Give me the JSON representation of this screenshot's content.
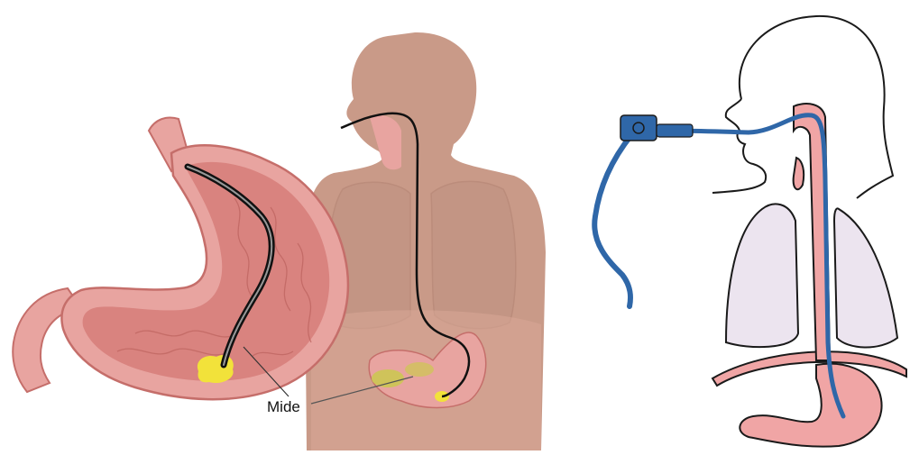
{
  "labels": {
    "stomach_callout": "Mide"
  },
  "colors": {
    "background": "#ffffff",
    "skin": "#c99a88",
    "stomach_wall": "#e8a4a0",
    "stomach_inner": "#d9837f",
    "endoscope": "#111111",
    "food": "#f2e23a",
    "lung_fill": "#ece4ef",
    "tube_blue": "#2f67a8",
    "digestive_pink": "#f0a5a5",
    "outline": "#1a1a1a"
  },
  "icons": {
    "left_panel": "stomach-cross-section-with-endoscope",
    "middle_panel": "human-torso-endoscopy-illustration",
    "right_panel": "endoscopy-schematic-line-drawing"
  }
}
